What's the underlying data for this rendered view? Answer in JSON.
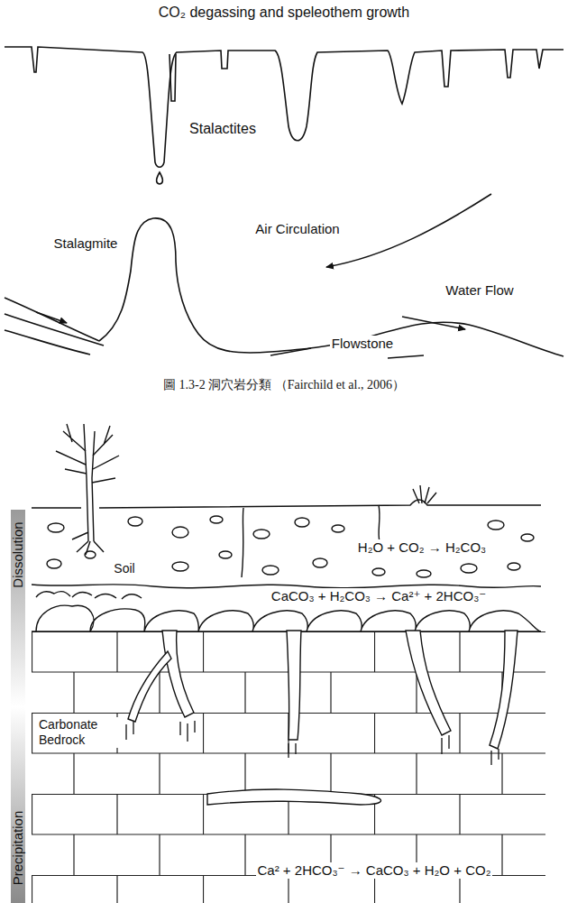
{
  "diagram": {
    "caption": "圖 1.3-2 洞穴岩分類 （Fairchild et al., 2006）",
    "labels": [
      "CO₂ degassing and speleothem growth",
      "Stalactites",
      "Stalagmite",
      "Air Circulation",
      "Water Flow",
      "Flowstone",
      "Dissolution",
      "Soil",
      "H₂O + CO₂ → H₂CO₃",
      "CaCO₃ + H₂CO₃ → Ca²⁺ + 2HCO₃⁻",
      "Carbonate Bedrock",
      "Precipitation",
      "Ca² + 2HCO₃⁻ → CaCO₃ + H₂O + CO₂"
    ]
  }
}
